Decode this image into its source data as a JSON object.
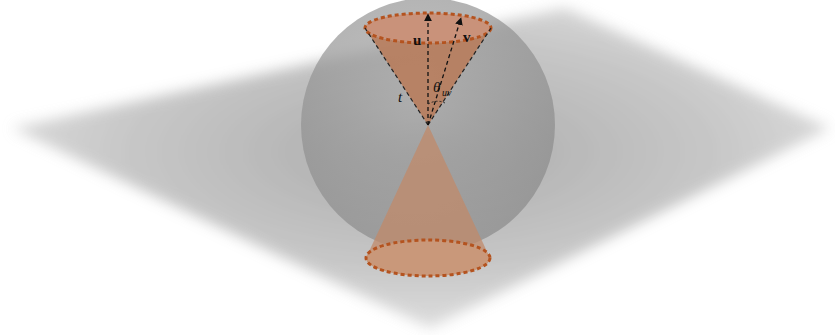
{
  "diagram": {
    "labels": [
      "u",
      "v",
      "t",
      "θ",
      "uv"
    ]
  }
}
